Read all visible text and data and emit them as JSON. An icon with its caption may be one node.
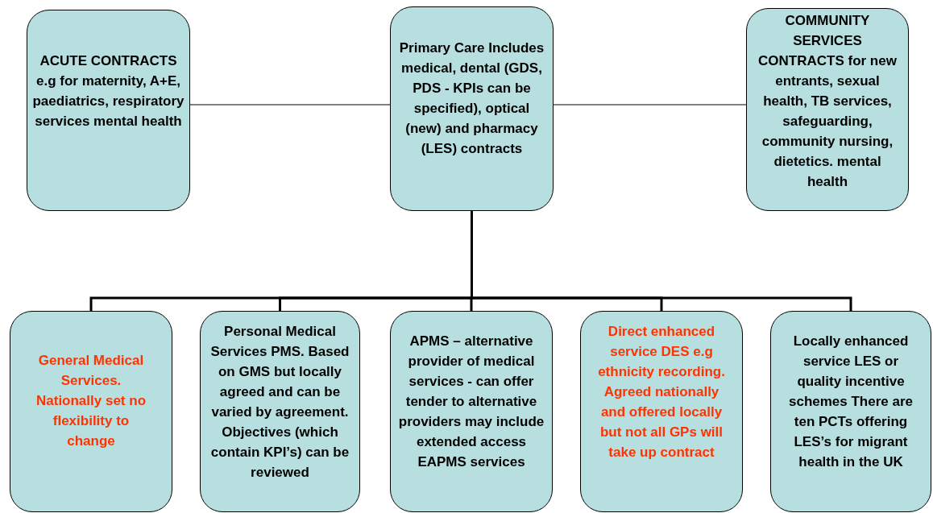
{
  "diagram": {
    "nodes": [
      {
        "text": [
          "ACUTE CONTRACTS e.g for maternity, A+E, paediatrics, respiratory services mental health"
        ]
      },
      {
        "text": [
          "Primary Care Includes medical, dental (GDS, PDS - KPIs can be specified), optical (new) and pharmacy (LES) contracts"
        ]
      },
      {
        "text": [
          "COMMUNITY SERVICES CONTRACTS for new entrants, sexual health, TB services, safeguarding, community nursing, dietetics. mental health"
        ]
      },
      {
        "text": [
          "General Medical Services. Nationally set no flexibility to change"
        ]
      },
      {
        "text": [
          "Personal Medical Services PMS. Based on GMS but locally agreed and can be varied by agreement. Objectives (which contain KPI’s) can be reviewed"
        ]
      },
      {
        "text": [
          "APMS – alternative provider of medical services - can offer tender to alternative providers may include extended access EAPMS services"
        ]
      },
      {
        "text": [
          "Direct enhanced service DES e.g ethnicity recording. Agreed nationally and offered locally but not all GPs will take up contract"
        ]
      },
      {
        "text": [
          "Locally enhanced service LES or quality incentive schemes There are ten PCTs offering LES’s for migrant health in the UK"
        ]
      }
    ],
    "edges": [
      {
        "from": 0,
        "to": 1,
        "arrow": "none"
      },
      {
        "from": 1,
        "to": 2,
        "arrow": "none"
      },
      {
        "from": 1,
        "to": 3,
        "arrow": "none"
      },
      {
        "from": 1,
        "to": 4,
        "arrow": "none"
      },
      {
        "from": 1,
        "to": 5,
        "arrow": "none"
      },
      {
        "from": 1,
        "to": 6,
        "arrow": "none"
      },
      {
        "from": 1,
        "to": 7,
        "arrow": "none"
      }
    ]
  }
}
